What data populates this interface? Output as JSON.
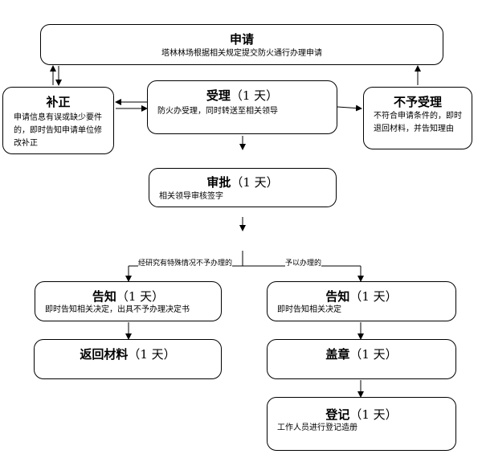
{
  "nodes": {
    "apply": {
      "title": "申请",
      "duration": "",
      "desc": "塔林林场根据相关规定提交防火通行办理申请"
    },
    "supplement": {
      "title": "补正",
      "duration": "",
      "desc": "申请信息有误或缺少要件的，即时告知申请单位修改补正"
    },
    "accept": {
      "title": "受理",
      "duration": "（1 天）",
      "desc": "防火办受理，同时转送至相关领导"
    },
    "reject": {
      "title": "不予受理",
      "duration": "",
      "desc": "不符合申请条件的，即时退回材料，并告知理由"
    },
    "approve": {
      "title": "审批",
      "duration": "（1 天）",
      "desc": "相关领导审核签字"
    },
    "notify_no": {
      "title": "告知",
      "duration": "（1 天）",
      "desc": "即时告知相关决定，出具不予办理决定书"
    },
    "notify_yes": {
      "title": "告知",
      "duration": "（1 天）",
      "desc": "即时告知相关决定"
    },
    "return": {
      "title": "返回材料",
      "duration": "（1 天）"
    },
    "stamp": {
      "title": "盖章",
      "duration": "（1 天）"
    },
    "register": {
      "title": "登记",
      "duration": "（1 天）",
      "desc": "工作人员进行登记造册"
    }
  },
  "edge_labels": {
    "special_case": "经研究有特殊情况不予办理的",
    "grant": "予以办理的"
  }
}
